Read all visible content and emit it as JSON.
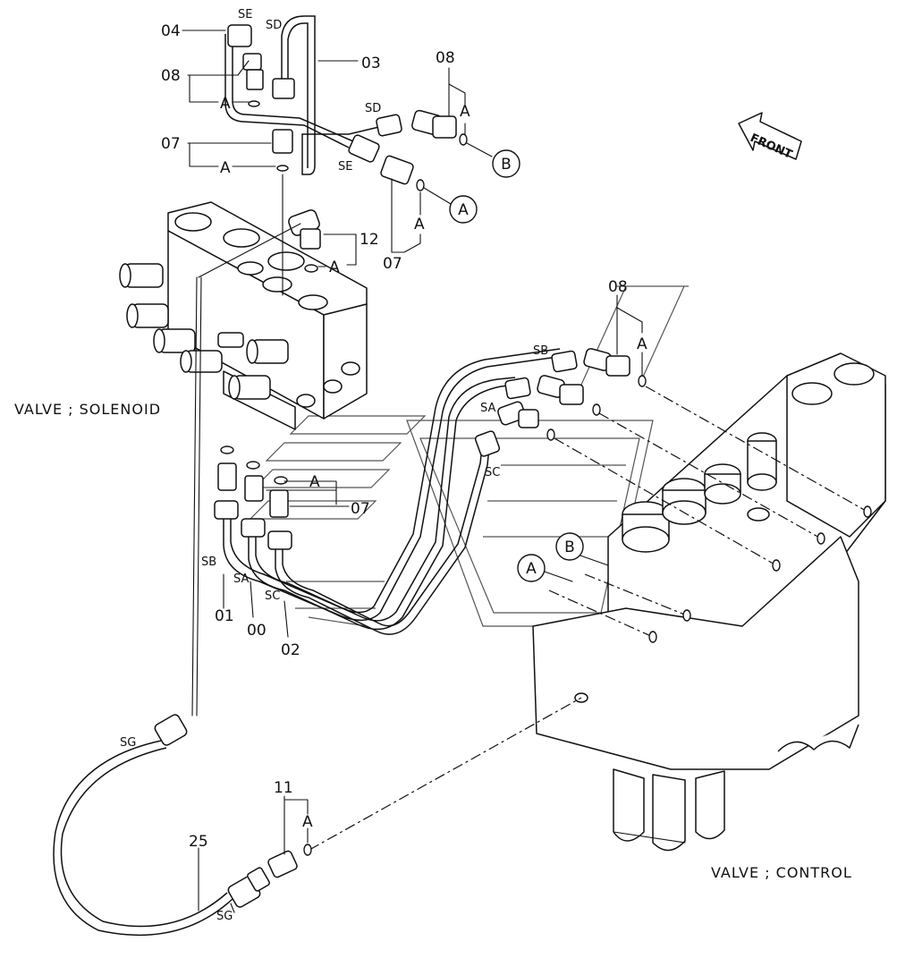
{
  "valve_labels": {
    "solenoid": "VALVE ; SOLENOID",
    "control": "VALVE ; CONTROL"
  },
  "front_label": "FRONT",
  "part_numbers": {
    "p04": "04",
    "p08_top": "08",
    "p07_top": "07",
    "p03": "03",
    "p08_right": "08",
    "p07_mid": "07",
    "p12": "12",
    "p08_low": "08",
    "p07_low": "07",
    "p01": "01",
    "p00": "00",
    "p02": "02",
    "p11": "11",
    "p25": "25"
  },
  "port_labels": {
    "se_top": "SE",
    "sd_top": "SD",
    "sd_mid": "SD",
    "se_mid": "SE",
    "sb_upper": "SB",
    "sa_upper": "SA",
    "sc_upper": "SC",
    "sb_lower": "SB",
    "sa_lower": "SA",
    "sc_lower": "SC",
    "sg_upper": "SG",
    "sg_lower": "SG"
  },
  "ring_labels": {
    "a1": "A",
    "a2": "A",
    "a3": "A",
    "a4": "A",
    "a5": "A",
    "a6": "A",
    "a7": "A",
    "a8": "A"
  },
  "circle_refs": {
    "b_top": "B",
    "a_top": "A",
    "b_bottom": "B",
    "a_bottom": "A"
  }
}
